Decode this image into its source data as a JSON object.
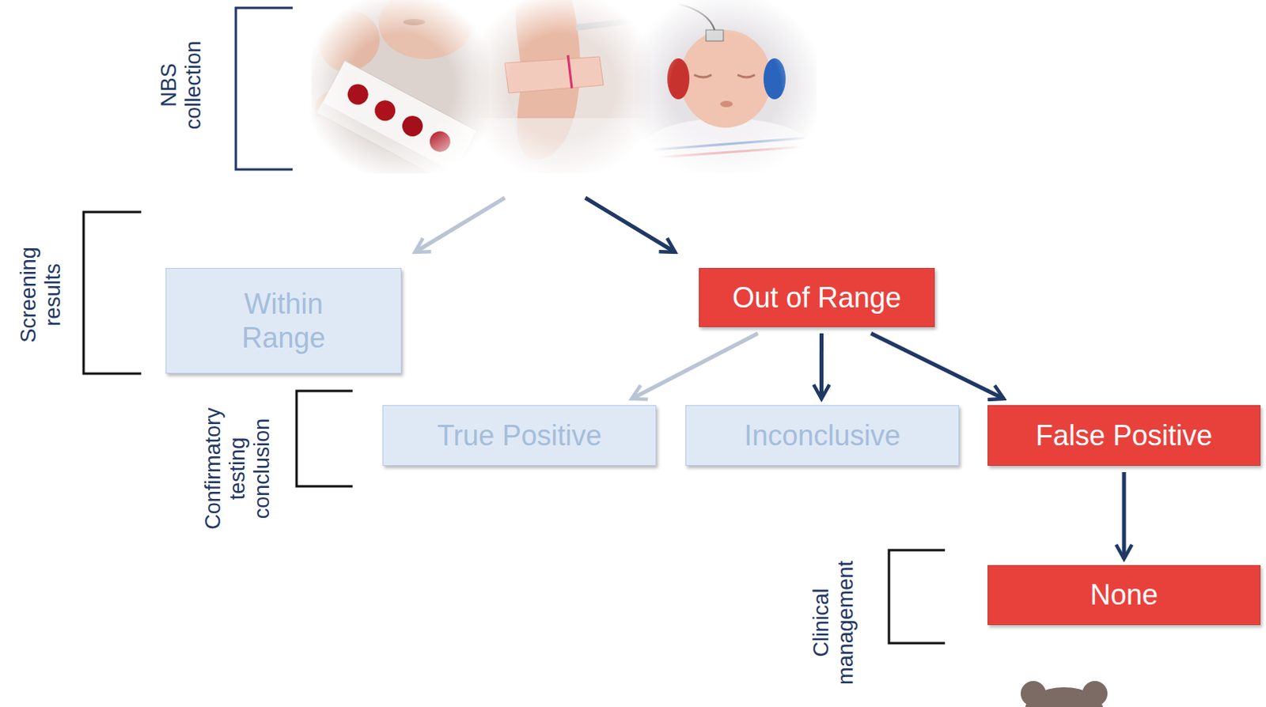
{
  "diagram": {
    "nodes": [
      {
        "text": [
          "Within Range"
        ]
      },
      {
        "text": [
          "Out of Range"
        ]
      },
      {
        "text": [
          "True Positive"
        ]
      },
      {
        "text": [
          "Inconclusive"
        ]
      },
      {
        "text": [
          "False Positive"
        ]
      },
      {
        "text": [
          "None"
        ]
      }
    ],
    "edges": [
      {
        "from": 1,
        "to": 2,
        "arrow": "to"
      },
      {
        "from": 1,
        "to": 3,
        "arrow": "to"
      },
      {
        "from": 1,
        "to": 4,
        "arrow": "to"
      },
      {
        "from": 4,
        "to": 5,
        "arrow": "to"
      }
    ],
    "labels": [
      "NBS collection",
      "Screening results",
      "Confirmatory testing conclusion",
      "Clinical management"
    ]
  }
}
